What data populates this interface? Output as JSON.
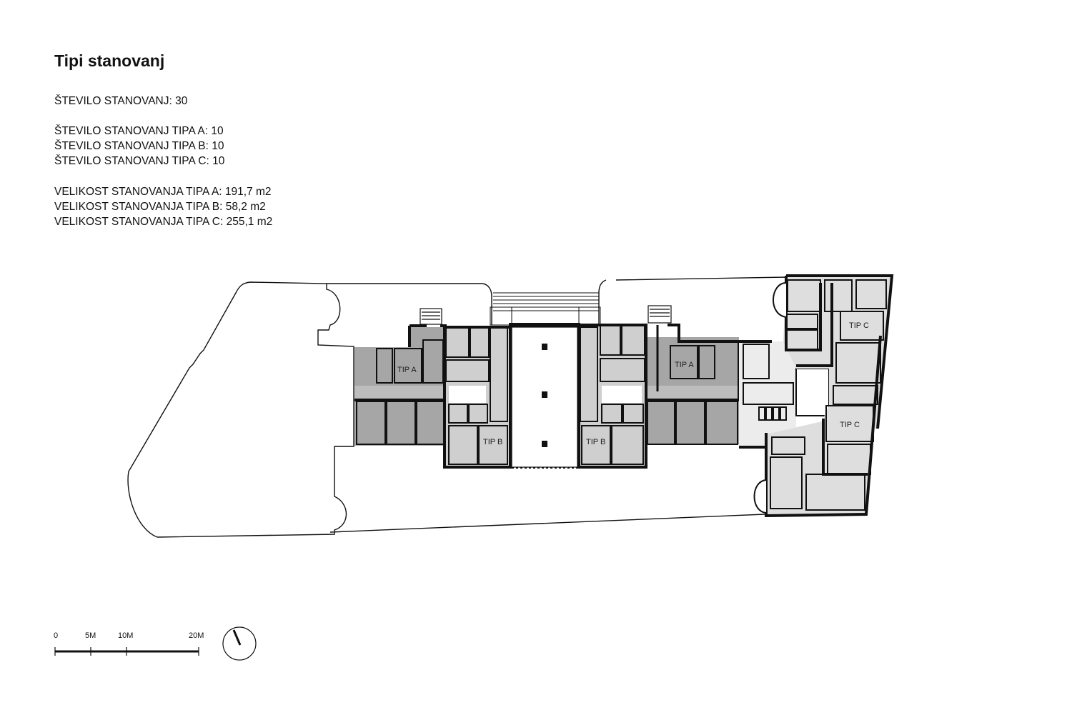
{
  "title": "Tipi stanovanj",
  "stats": {
    "total": "ŠTEVILO STANOVANJ: 30",
    "counts": [
      "ŠTEVILO STANOVANJ TIPA A: 10",
      "ŠTEVILO STANOVANJ TIPA B: 10",
      "ŠTEVILO STANOVANJ TIPA C: 10"
    ],
    "sizes": [
      "VELIKOST STANOVANJA TIPA A: 191,7 m2",
      "VELIKOST STANOVANJA TIPA B: 58,2 m2",
      "VELIKOST STANOVANJA TIPA C: 255,1 m2"
    ]
  },
  "plan": {
    "unit_labels": {
      "a_left": "TIP A",
      "a_right": "TIP A",
      "b_left": "TIP B",
      "b_right": "TIP B",
      "c_top": "TIP C",
      "c_bottom": "TIP C"
    },
    "colors": {
      "type_a": "#a6a6a6",
      "type_b": "#cfcfcf",
      "type_c": "#dedede",
      "circulation": "#ececec",
      "wall": "#111111"
    }
  },
  "scale_bar": {
    "labels": [
      "0",
      "5M",
      "10M",
      "20M"
    ]
  },
  "north_arrow": {
    "icon": "north-arrow-icon"
  }
}
